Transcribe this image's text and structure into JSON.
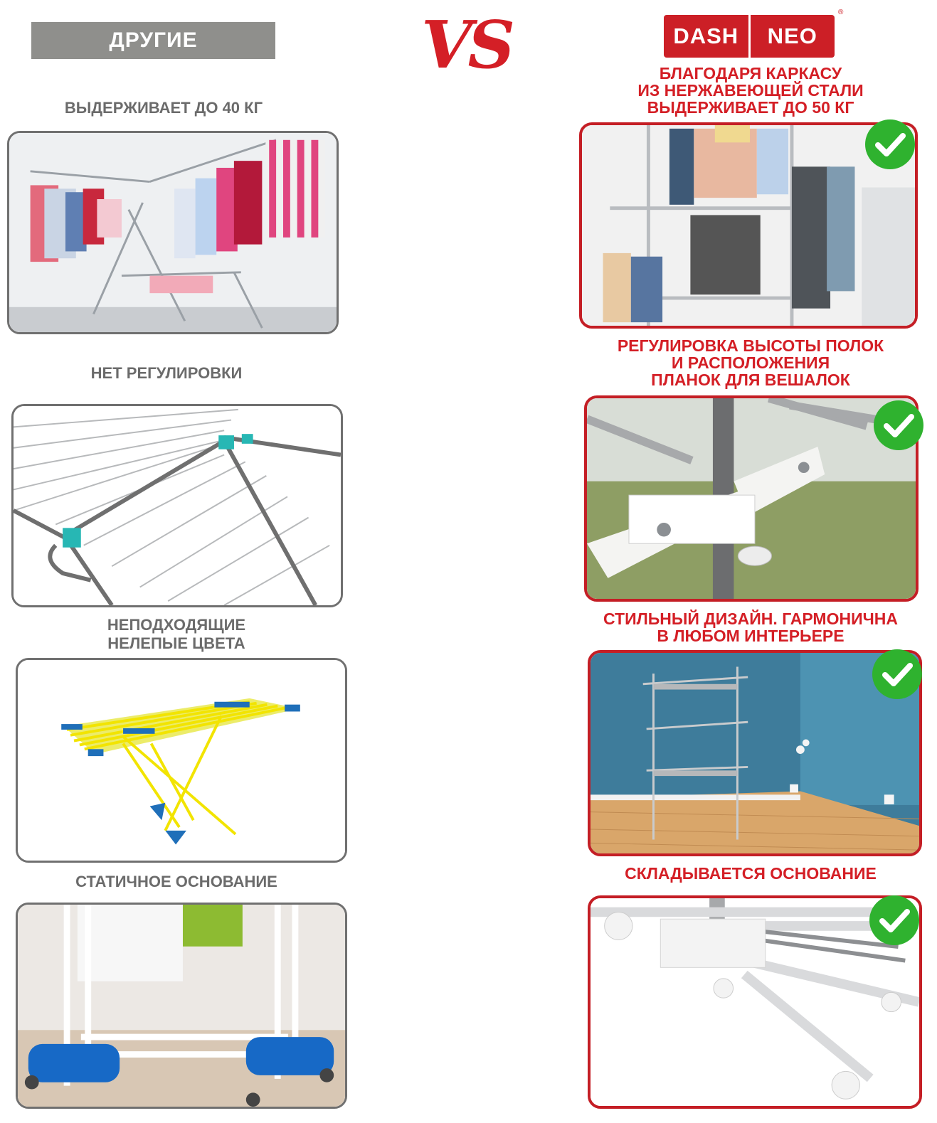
{
  "left_column": {
    "heading": "ДРУГИЕ",
    "captions": [
      "ВЫДЕРЖИВАЕТ ДО 40 КГ",
      "НЕТ РЕГУЛИРОВКИ",
      "НЕПОДХОДЯЩИЕ\nНЕЛЕПЫЕ  ЦВЕТА",
      "СТАТИЧНОЕ ОСНОВАНИЕ"
    ]
  },
  "center": {
    "vs": "VS"
  },
  "right_column": {
    "brand": {
      "left": "DASH",
      "right": "NEO",
      "registered": "®"
    },
    "captions": [
      "БЛАГОДАРЯ КАРКАСУ\nИЗ НЕРЖАВЕЮЩЕЙ СТАЛИ\nВЫДЕРЖИВАЕТ ДО 50 КГ",
      "РЕГУЛИРОВКА ВЫСОТЫ ПОЛОК\nИ РАСПОЛОЖЕНИЯ\nПЛАНОК ДЛЯ ВЕШАЛОК",
      "СТИЛЬНЫЙ ДИЗАЙН. ГАРМОНИЧНА\nВ ЛЮБОМ ИНТЕРЬЕРЕ",
      "СКЛАДЫВАЕТСЯ ОСНОВАНИЕ"
    ]
  },
  "colors": {
    "accent_red": "#c41e25",
    "gray_tag": "#8f8f8c",
    "check_green": "#2fb22f"
  }
}
